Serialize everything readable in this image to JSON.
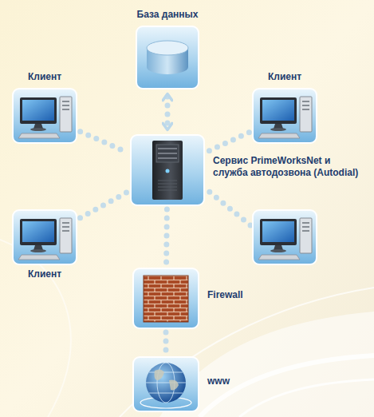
{
  "diagram": {
    "nodes": [
      {
        "text": [
          "База данных"
        ]
      },
      {
        "text": [
          "Клиент"
        ]
      },
      {
        "text": [
          "Клиент"
        ]
      },
      {
        "text": [
          "Сервис PrimeWorksNet и служба автодозвона (Autodial)"
        ]
      },
      {
        "text": [
          "Клиент"
        ]
      },
      {
        "text": [
          "Firewall"
        ]
      },
      {
        "text": [
          "www"
        ]
      }
    ],
    "edges": [
      {
        "from": 0,
        "to": 3,
        "arrow": "both"
      },
      {
        "from": 1,
        "to": 3,
        "arrow": "none"
      },
      {
        "from": 2,
        "to": 3,
        "arrow": "none"
      },
      {
        "from": 4,
        "to": 3,
        "arrow": "none"
      },
      {
        "from": 3,
        "to": 5,
        "arrow": "none"
      },
      {
        "from": 5,
        "to": 6,
        "arrow": "none"
      }
    ]
  }
}
